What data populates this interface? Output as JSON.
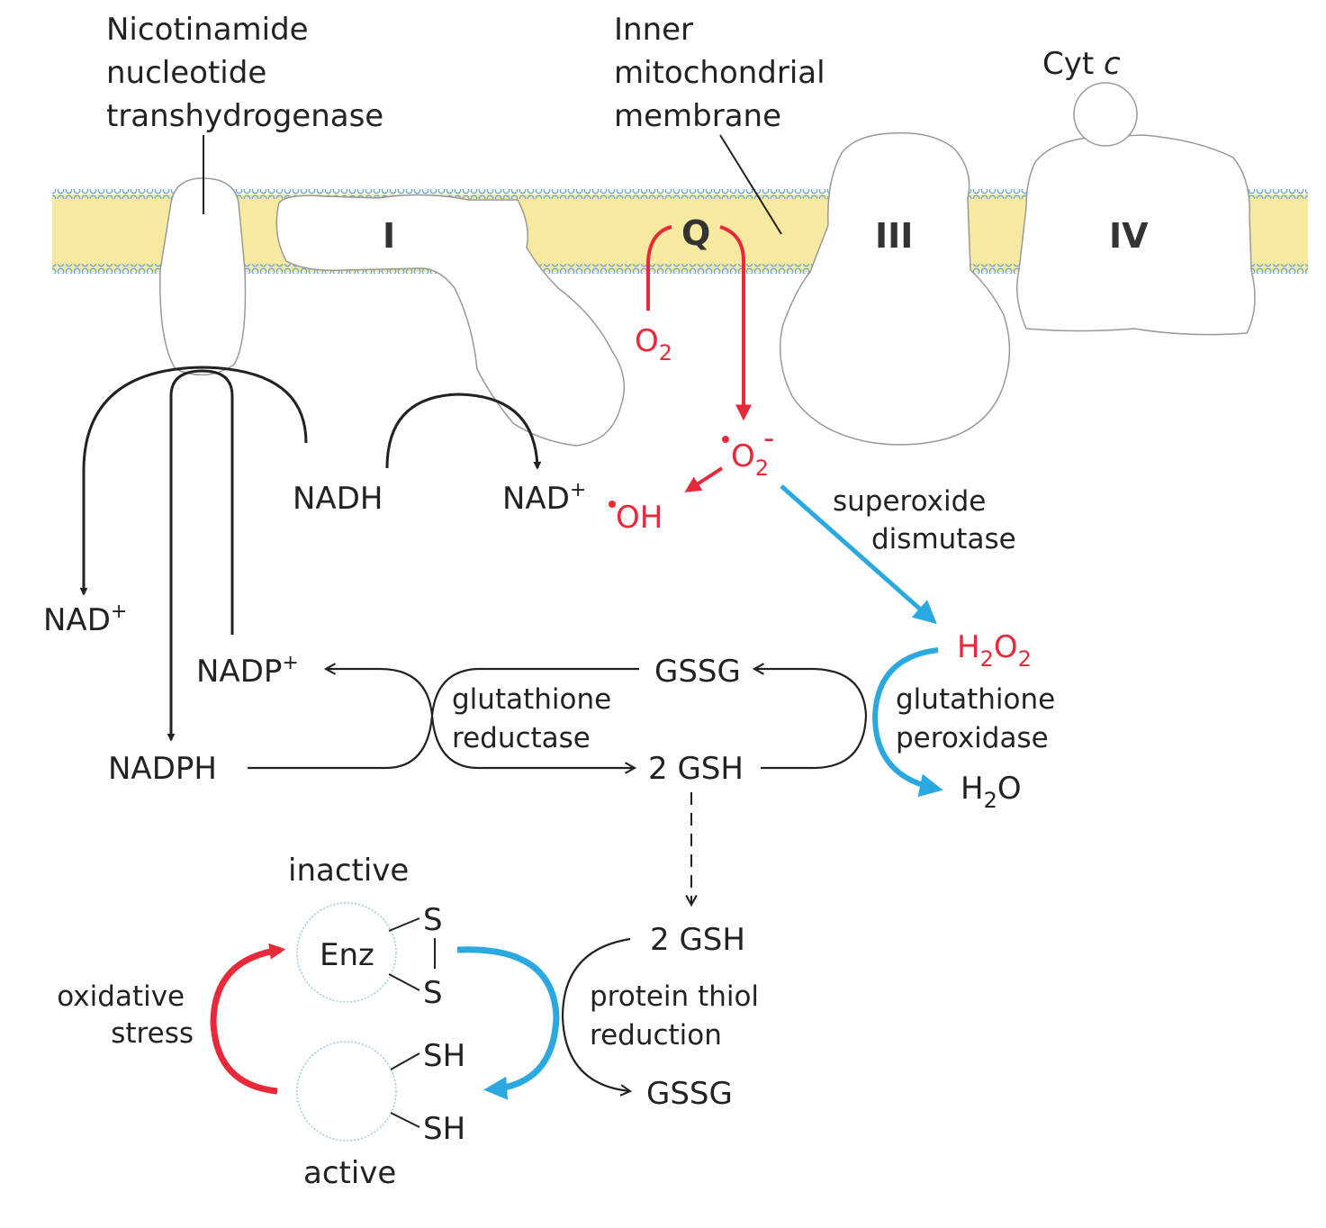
{
  "labels": {
    "transhydrogenase": [
      "Nicotinamide",
      "nucleotide",
      "transhydrogenase"
    ],
    "membrane": [
      "Inner",
      "mitochondrial",
      "membrane"
    ],
    "cytc": "Cyt",
    "cytc_italic": "c",
    "complex_I": "I",
    "complex_III": "III",
    "complex_IV": "IV",
    "Q": "Q",
    "O2": "O",
    "O2_sub": "2",
    "superoxide_O": "O",
    "superoxide_sub": "2",
    "superoxide_sup": "-",
    "OH": "OH",
    "NADH": "NADH",
    "NAD_plus_1": "NAD",
    "NAD_plus_2": "NAD",
    "plus": "+",
    "NADP_plus": "NADP",
    "NADPH": "NADPH",
    "superoxide_dismutase": [
      "superoxide",
      "dismutase"
    ],
    "H2O2_H": "H",
    "H2O2_2": "2",
    "H2O2_O": "O",
    "glutathione_peroxidase": [
      "glutathione",
      "peroxidase"
    ],
    "H2O_H": "H",
    "H2O_O": "O",
    "GSSG_top": "GSSG",
    "GSH_top": "2 GSH",
    "glutathione_reductase": [
      "glutathione",
      "reductase"
    ],
    "GSH_bottom": "2 GSH",
    "protein_thiol_reduction": [
      "protein thiol",
      "reduction"
    ],
    "GSSG_bottom": "GSSG",
    "inactive": "inactive",
    "active": "active",
    "Enz": "Enz",
    "S_top": "S",
    "S_bottom": "S",
    "SH_top": "SH",
    "SH_bottom": "SH",
    "oxidative_stress": [
      "oxidative",
      "stress"
    ]
  },
  "colors": {
    "membrane_fill": "#f7eaa0",
    "membrane_beads": "#6aa7d6",
    "protein_fill": "#ffffff",
    "protein_stroke": "#888888",
    "red": "#e8293a",
    "blue": "#2aa8e0",
    "black": "#222222"
  }
}
